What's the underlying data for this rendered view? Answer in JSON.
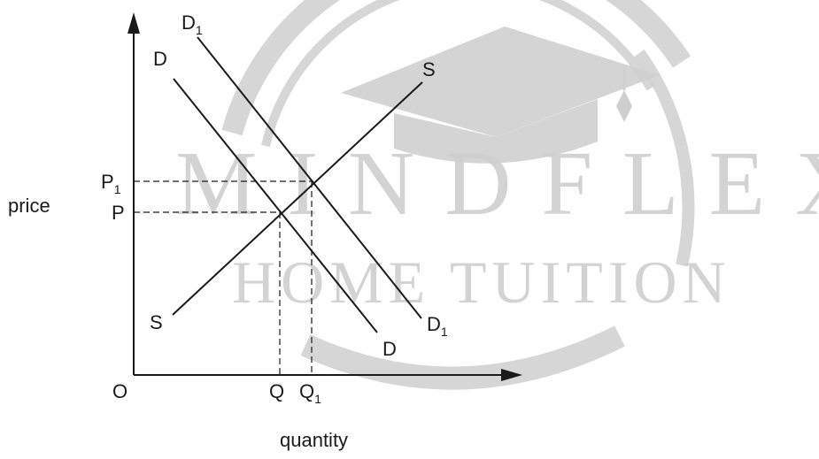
{
  "diagram": {
    "axis_labels": {
      "y": "price",
      "x": "quantity",
      "origin": "O"
    },
    "curves": {
      "demand": {
        "label": "D"
      },
      "demand_shifted": {
        "label": "D",
        "subscript": "1"
      },
      "supply": {
        "label": "S"
      }
    },
    "equilibrium": {
      "original": {
        "price_label": "P",
        "quantity_label": "Q"
      },
      "new": {
        "price_label": "P",
        "price_subscript": "1",
        "quantity_label": "Q",
        "quantity_subscript": "1"
      }
    }
  },
  "watermark": {
    "brand": "MINDFLEX",
    "tagline": "HOME TUITION",
    "color": "#d0d0d0"
  },
  "colors": {
    "line": "#1a1a1a",
    "background": "#ffffff"
  }
}
